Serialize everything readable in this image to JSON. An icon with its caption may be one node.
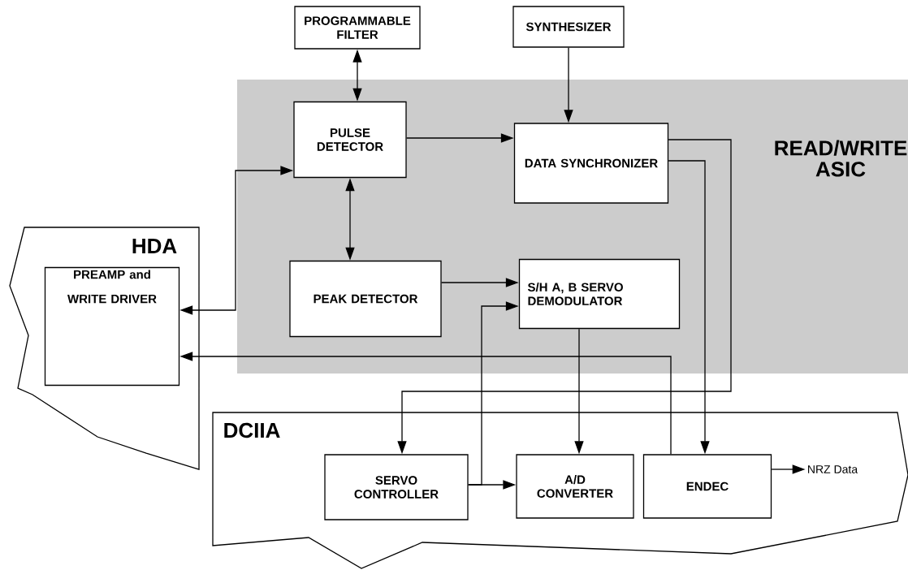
{
  "diagram": {
    "nodes": [
      {
        "text": [
          "PROGRAMMABLE FILTER"
        ]
      },
      {
        "text": [
          "SYNTHESIZER"
        ]
      },
      {
        "text": [
          "READ/WRITE ASIC"
        ]
      },
      {
        "text": [
          "PULSE DETECTOR"
        ],
        "in": 2
      },
      {
        "text": [
          "DATA SYNCHRONIZER"
        ],
        "in": 2
      },
      {
        "text": [
          "HDA"
        ]
      },
      {
        "text": [
          "PREAMP and WRITE DRIVER"
        ],
        "in": 5
      },
      {
        "text": [
          "PEAK DETECTOR"
        ],
        "in": 2
      },
      {
        "text": [
          "S/H A, B SERVO DEMODULATOR"
        ],
        "in": 2
      },
      {
        "text": [
          "DCIIA"
        ]
      },
      {
        "text": [
          "SERVO CONTROLLER"
        ],
        "in": 9
      },
      {
        "text": [
          "A/D CONVERTER"
        ],
        "in": 9
      },
      {
        "text": [
          "ENDEC"
        ],
        "in": 9
      },
      {
        "text": [
          "NRZ Data"
        ],
        "in": 9
      }
    ],
    "edges": [
      {
        "from": 0,
        "to": 3,
        "arrow": "both"
      },
      {
        "from": 1,
        "to": 4,
        "arrow": "to"
      },
      {
        "from": 3,
        "to": 4,
        "arrow": "to"
      },
      {
        "from": 3,
        "to": 7,
        "arrow": "both"
      },
      {
        "from": 6,
        "to": 3,
        "arrow": "both"
      },
      {
        "from": 7,
        "to": 8,
        "arrow": "to"
      },
      {
        "from": 10,
        "to": 8,
        "arrow": "to"
      },
      {
        "from": 10,
        "to": 11,
        "arrow": "to"
      },
      {
        "from": 8,
        "to": 11,
        "arrow": "to"
      },
      {
        "from": 4,
        "to": 10,
        "arrow": "to"
      },
      {
        "from": 4,
        "to": 12,
        "arrow": "to"
      },
      {
        "from": 12,
        "to": 6,
        "arrow": "to"
      },
      {
        "from": 12,
        "to": 13,
        "arrow": "to"
      }
    ]
  }
}
